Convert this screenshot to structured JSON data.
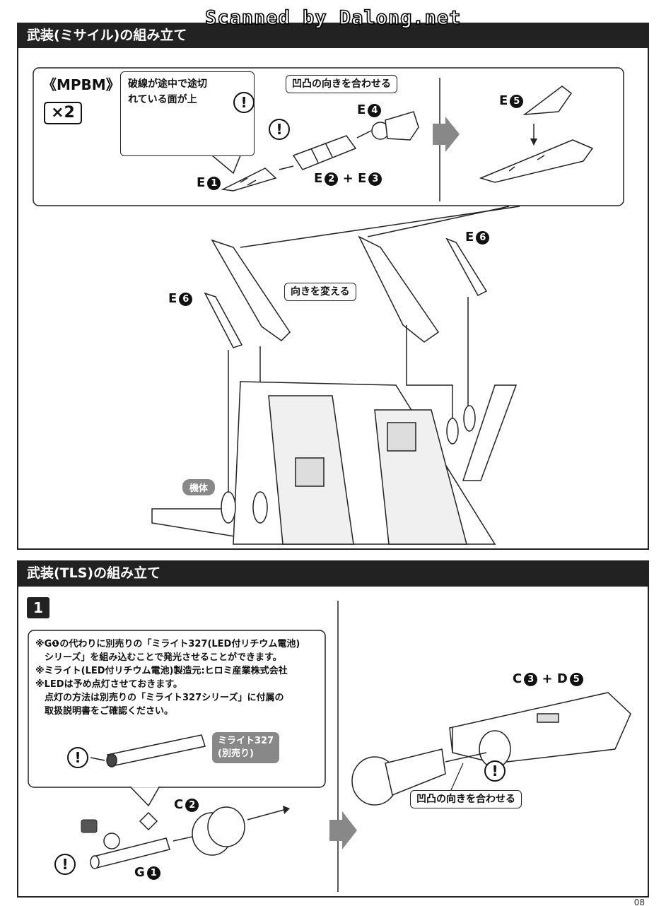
{
  "watermark": "Scanned by Dalong.net",
  "missile_section": {
    "title": "武装(ミサイル)の組み立て",
    "mpbm_label": "《MPBM》",
    "multiplier": "×2",
    "dashed_note": [
      "破線が途中で途切",
      "れている面が上"
    ],
    "align_note": "凹凸の向きを合わせる",
    "part_e1": "E",
    "part_e1_num": "1",
    "part_e2": "E",
    "part_e2_num": "2",
    "plus": "+",
    "part_e3": "E",
    "part_e3_num": "3",
    "part_e4": "E",
    "part_e4_num": "4",
    "part_e5": "E",
    "part_e5_num": "5",
    "part_e6_left": "E",
    "part_e6_right": "E",
    "part_e6_num": "6",
    "reverse_note": "向きを変える",
    "body_label": "機体",
    "warn": "!"
  },
  "tls_section": {
    "title": "武装(TLS)の組み立て",
    "step": "1",
    "notes": [
      "※G❶の代わりに別売りの「ミライト327(LED付リチウム電池)",
      "　シリーズ」を組み込むことで発光させることができます。",
      "※ミライト(LED付リチウム電池)製造元:ヒロミ産業株式会社",
      "※LEDは予め点灯させておきます。",
      "　点灯の方法は別売りの「ミライト327シリーズ」に付属の",
      "　取扱説明書をご確認ください。"
    ],
    "mirite_label": [
      "ミライト327",
      "(別売り)"
    ],
    "part_c2": "C",
    "part_c2_num": "2",
    "part_g1": "G",
    "part_g1_num": "1",
    "part_c3": "C",
    "part_c3_num": "3",
    "part_d5": "D",
    "part_d5_num": "5",
    "plus": "+",
    "align_note": "凹凸の向きを合わせる",
    "warn": "!"
  },
  "page_number": "08"
}
